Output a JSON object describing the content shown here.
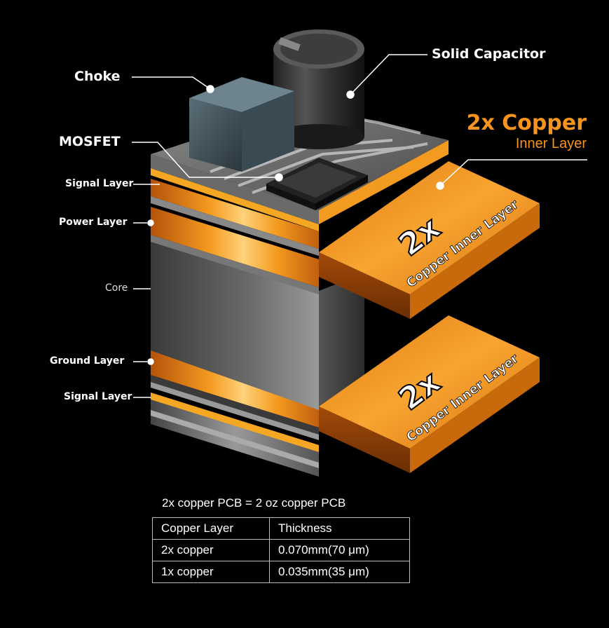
{
  "labels": {
    "solid_capacitor": "Solid Capacitor",
    "choke": "Choke",
    "mosfet": "MOSFET",
    "signal_layer_top": "Signal Layer",
    "power_layer": "Power Layer",
    "core": "Core",
    "ground_layer": "Ground Layer",
    "signal_layer_bottom": "Signal Layer"
  },
  "copper_title": {
    "line1": "2x Copper",
    "line2": "Inner Layer"
  },
  "slab_text": {
    "big": "2x",
    "small": "Copper Inner Layer"
  },
  "equation": "2x copper PCB = 2 oz copper PCB",
  "table": {
    "headers": [
      "Copper Layer",
      "Thickness"
    ],
    "rows": [
      [
        "2x copper",
        "0.070mm(70 μm)"
      ],
      [
        "1x copper",
        "0.035mm(35 μm)"
      ]
    ]
  },
  "colors": {
    "accent_orange": "#f7941d",
    "background": "#000000"
  }
}
